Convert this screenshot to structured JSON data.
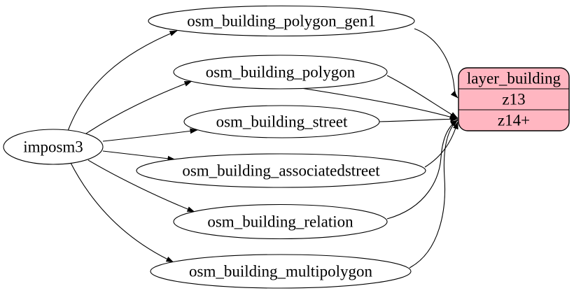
{
  "diagram": {
    "type": "graphviz-etl-flow",
    "background": "#FFFFFF",
    "edge_color": "#000000",
    "node_fill": "#FFFFFF",
    "node_stroke": "#000000",
    "layer_fill": "#FFB6C1",
    "source": {
      "label": "imposm3"
    },
    "tables": [
      {
        "label": "osm_building_polygon_gen1"
      },
      {
        "label": "osm_building_polygon"
      },
      {
        "label": "osm_building_street"
      },
      {
        "label": "osm_building_associatedstreet"
      },
      {
        "label": "osm_building_relation"
      },
      {
        "label": "osm_building_multipolygon"
      }
    ],
    "layer": {
      "title": "layer_building",
      "rows": [
        {
          "label": "z13"
        },
        {
          "label": "z14+"
        }
      ]
    },
    "edges": [
      {
        "from": "imposm3",
        "to": "osm_building_polygon_gen1"
      },
      {
        "from": "imposm3",
        "to": "osm_building_polygon"
      },
      {
        "from": "imposm3",
        "to": "osm_building_street"
      },
      {
        "from": "imposm3",
        "to": "osm_building_associatedstreet"
      },
      {
        "from": "imposm3",
        "to": "osm_building_relation"
      },
      {
        "from": "imposm3",
        "to": "osm_building_multipolygon"
      },
      {
        "from": "osm_building_polygon_gen1",
        "to": "layer_building.z13"
      },
      {
        "from": "osm_building_polygon",
        "to": "layer_building.z14+"
      },
      {
        "from": "osm_building_street",
        "to": "layer_building.z14+"
      },
      {
        "from": "osm_building_associatedstreet",
        "to": "layer_building.z14+"
      },
      {
        "from": "osm_building_relation",
        "to": "layer_building.z14+"
      },
      {
        "from": "osm_building_multipolygon",
        "to": "layer_building.z14+"
      }
    ]
  }
}
